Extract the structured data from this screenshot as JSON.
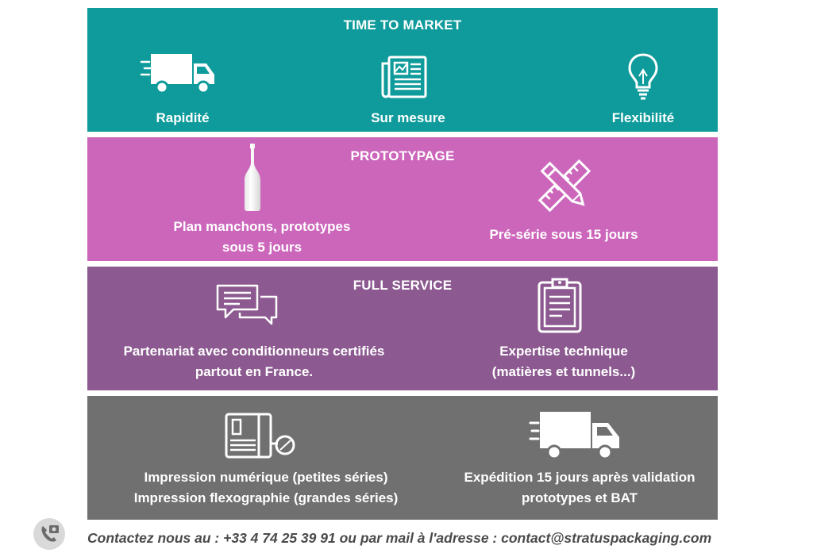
{
  "time_to_market": {
    "title": "TIME TO MARKET",
    "items": [
      {
        "label": "Rapidité",
        "icon": "truck-icon"
      },
      {
        "label": "Sur mesure",
        "icon": "newspaper-icon"
      },
      {
        "label": "Flexibilité",
        "icon": "lightbulb-icon"
      }
    ]
  },
  "prototypage": {
    "title": "PROTOTYPAGE",
    "items": [
      {
        "line1": "Plan manchons, prototypes",
        "line2": "sous 5 jours",
        "icon": "bottle-icon"
      },
      {
        "line1": "Pré-série sous 15 jours",
        "icon": "pencil-ruler-icon"
      }
    ]
  },
  "full_service": {
    "title": "FULL SERVICE",
    "items": [
      {
        "line1": "Partenariat avec conditionneurs certifiés",
        "line2": "partout en France.",
        "icon": "chat-bubbles-icon"
      },
      {
        "line1": "Expertise technique",
        "line2": "(matières et tunnels...)",
        "icon": "clipboard-icon"
      }
    ]
  },
  "printing": {
    "items": [
      {
        "line1": "Impression numérique (petites séries)",
        "line2": "Impression flexographie (grandes séries)",
        "icon": "printer-icon"
      },
      {
        "line1": "Expédition 15 jours après validation",
        "line2": "prototypes et BAT",
        "icon": "delivery-truck-icon"
      }
    ]
  },
  "contact": {
    "text": "Contactez nous au : +33 4 74 25 39 91  ou par mail à l'adresse : contact@stratuspackaging.com",
    "icon": "phone-icon"
  },
  "colors": {
    "time_to_market": "#0f9b9b",
    "prototypage": "#cc66bb",
    "full_service": "#8c5a90",
    "printing": "#707070"
  }
}
